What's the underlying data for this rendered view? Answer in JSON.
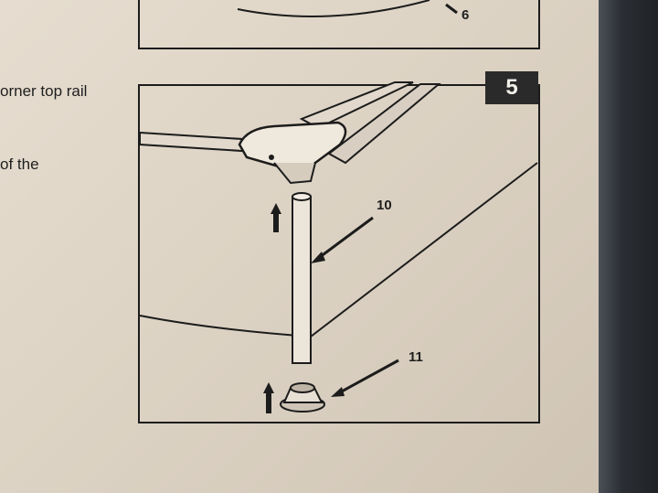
{
  "step": {
    "number": "5"
  },
  "side_text": {
    "line1": "orner top rail",
    "line2": "of the"
  },
  "callouts": {
    "top": "6",
    "pole": "10",
    "base": "11"
  },
  "colors": {
    "paper": "#e6ddd0",
    "ink": "#1f1f1f",
    "badge": "#2a2a2a"
  }
}
